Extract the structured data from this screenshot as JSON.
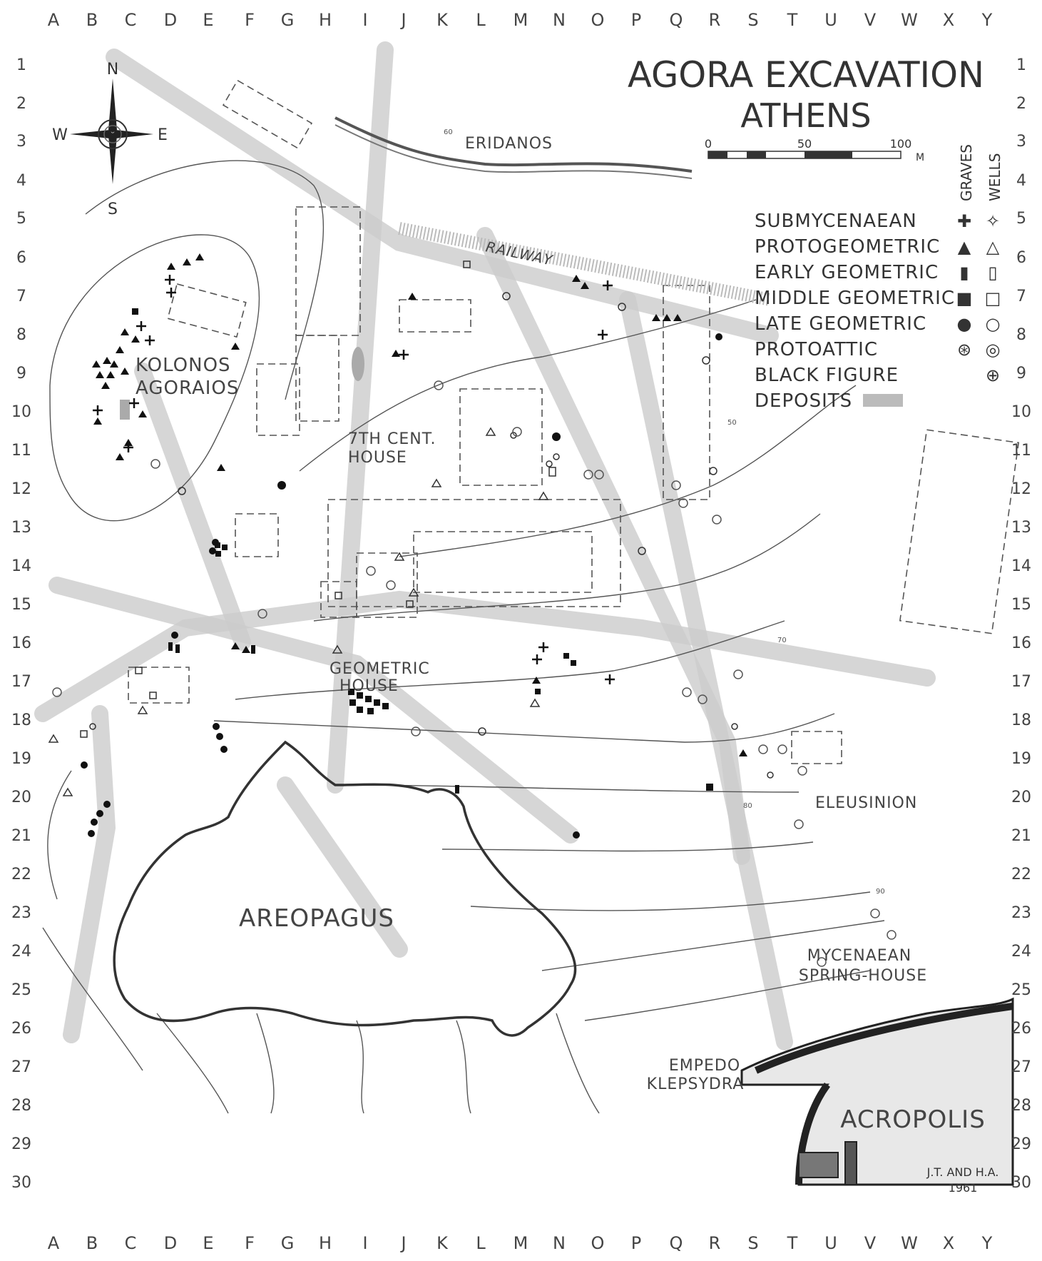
{
  "title": {
    "line1": "AGORA EXCAVATION",
    "line2": "ATHENS"
  },
  "columns": [
    "A",
    "B",
    "C",
    "D",
    "E",
    "F",
    "G",
    "H",
    "I",
    "J",
    "K",
    "L",
    "M",
    "N",
    "O",
    "P",
    "Q",
    "R",
    "S",
    "T",
    "U",
    "V",
    "W",
    "X",
    "Y"
  ],
  "rows": [
    "1",
    "2",
    "3",
    "4",
    "5",
    "6",
    "7",
    "8",
    "9",
    "10",
    "11",
    "12",
    "13",
    "14",
    "15",
    "16",
    "17",
    "18",
    "19",
    "20",
    "21",
    "22",
    "23",
    "24",
    "25",
    "26",
    "27",
    "28",
    "29",
    "30"
  ],
  "compass": {
    "n": "N",
    "s": "S",
    "e": "E",
    "w": "W"
  },
  "scale": {
    "zero": "0",
    "mid": "50",
    "end": "100",
    "unit": "M"
  },
  "legend": {
    "col_graves": "GRAVES",
    "col_wells": "WELLS",
    "items": [
      {
        "label": "SUBMYCENAEAN",
        "grave": "✚",
        "well": "✧"
      },
      {
        "label": "PROTOGEOMETRIC",
        "grave": "▲",
        "well": "△"
      },
      {
        "label": "EARLY GEOMETRIC",
        "grave": "▮",
        "well": "▯"
      },
      {
        "label": "MIDDLE GEOMETRIC",
        "grave": "■",
        "well": "□"
      },
      {
        "label": "LATE GEOMETRIC",
        "grave": "●",
        "well": "○"
      },
      {
        "label": "PROTOATTIC",
        "grave": "⊛",
        "well": "◎"
      },
      {
        "label": "BLACK FIGURE",
        "grave": "",
        "well": "⊕"
      },
      {
        "label": "DEPOSITS",
        "grave": "",
        "well": ""
      }
    ]
  },
  "places": {
    "eridanos": "ERIDANOS",
    "railway": "RAILWAY",
    "kolonos1": "KOLONOS",
    "kolonos2": "AGORAIOS",
    "seventh1": "7TH CENT.",
    "seventh2": "HOUSE",
    "geometric1": "GEOMETRIC",
    "geometric2": "HOUSE",
    "areopagus": "AREOPAGUS",
    "eleusinion": "ELEUSINION",
    "mycenaean1": "MYCENAEAN",
    "mycenaean2": "SPRING-HOUSE",
    "empedo1": "EMPEDO",
    "empedo2": "KLEPSYDRA",
    "acropolis": "ACROPOLIS"
  },
  "signature": {
    "line1": "J.T. AND H.A.",
    "line2": "1961"
  },
  "contour_labels": [
    "50",
    "60",
    "70",
    "80",
    "90"
  ]
}
